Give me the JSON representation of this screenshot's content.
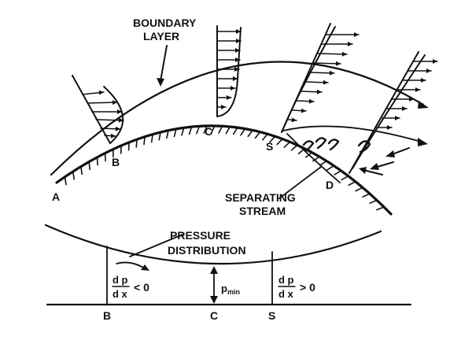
{
  "labels": {
    "boundary_layer_1": "BOUNDARY",
    "boundary_layer_2": "LAYER",
    "point_a": "A",
    "point_b": "B",
    "point_c": "C",
    "point_s": "S",
    "point_d": "D",
    "separating_1": "SEPARATING",
    "separating_2": "STREAM",
    "pressure_1": "PRESSURE",
    "pressure_2": "DISTRIBUTION",
    "p_symbol": "p",
    "p_subscript": "min",
    "grad_num": "d p",
    "grad_den": "d x",
    "grad_left_rel": "< 0",
    "grad_right_rel": "> 0",
    "axis_b": "B",
    "axis_c": "C",
    "axis_s": "S"
  },
  "colors": {
    "ink": "#111111",
    "background": "#ffffff"
  }
}
